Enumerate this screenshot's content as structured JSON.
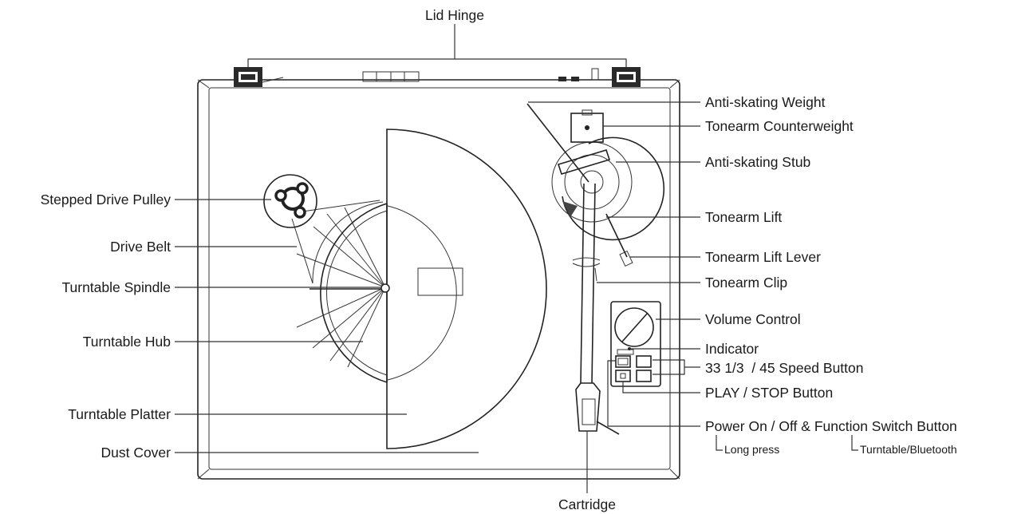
{
  "labels": {
    "lid_hinge": "Lid Hinge",
    "anti_skating_weight": "Anti-skating Weight",
    "tonearm_counterweight": "Tonearm Counterweight",
    "anti_skating_stub": "Anti-skating Stub",
    "tonearm_lift": "Tonearm Lift",
    "tonearm_lift_lever": "Tonearm Lift Lever",
    "tonearm_clip": "Tonearm Clip",
    "volume_control": "Volume Control",
    "indicator": "Indicator",
    "speed_button": "33 1/3  / 45 Speed Button",
    "play_stop_button": "PLAY / STOP Button",
    "power_button": "Power On / Off & Function Switch Button",
    "long_press": "Long press",
    "turntable_bluetooth": "Turntable/Bluetooth",
    "stepped_drive_pulley": "Stepped Drive Pulley",
    "drive_belt": "Drive Belt",
    "turntable_spindle": "Turntable Spindle",
    "turntable_hub": "Turntable Hub",
    "turntable_platter": "Turntable Platter",
    "dust_cover": "Dust Cover",
    "cartridge": "Cartridge"
  },
  "colors": {
    "line": "#333333",
    "text": "#1a1a1a",
    "background": "#ffffff"
  }
}
